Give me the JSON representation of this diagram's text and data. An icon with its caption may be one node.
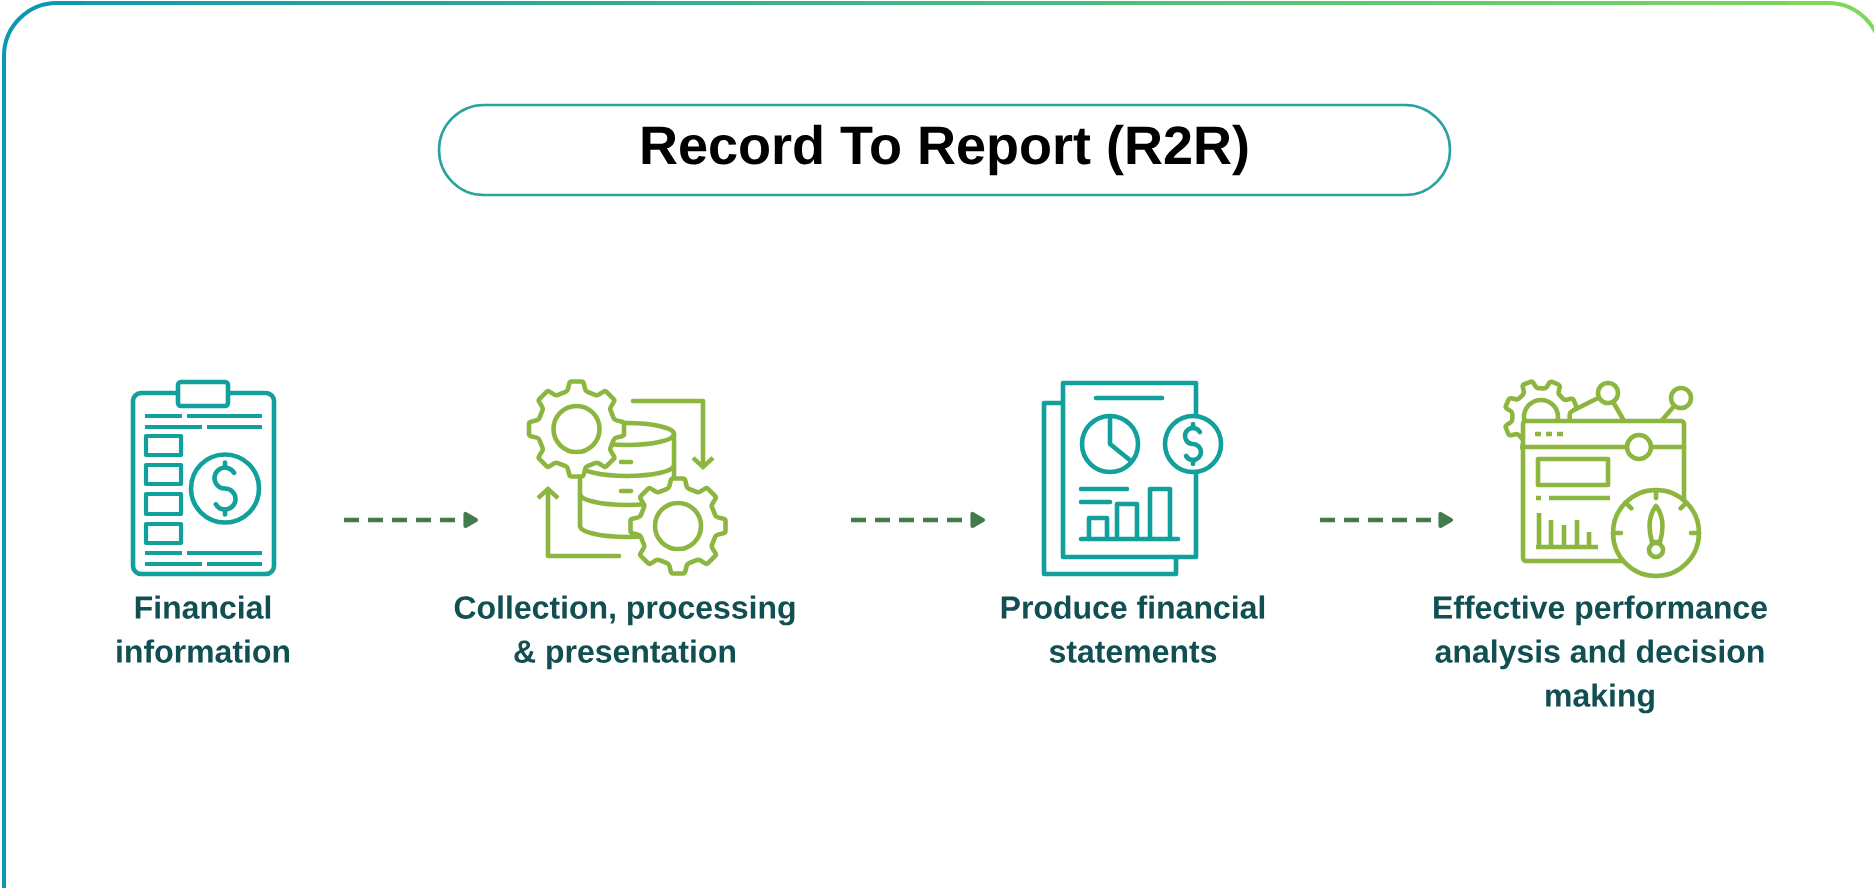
{
  "diagram": {
    "title": "Record To Report (R2R)",
    "nodes": [
      {
        "text": [
          "Financial information"
        ]
      },
      {
        "text": [
          "Collection, processing & presentation"
        ]
      },
      {
        "text": [
          "Produce financial statements"
        ]
      },
      {
        "text": [
          "Effective performance analysis and decision making"
        ]
      }
    ],
    "edges": [
      {
        "from": 0,
        "to": 1,
        "arrow": "to",
        "style": "dashed"
      },
      {
        "from": 1,
        "to": 2,
        "arrow": "to",
        "style": "dashed"
      },
      {
        "from": 2,
        "to": 3,
        "arrow": "to",
        "style": "dashed"
      }
    ]
  }
}
